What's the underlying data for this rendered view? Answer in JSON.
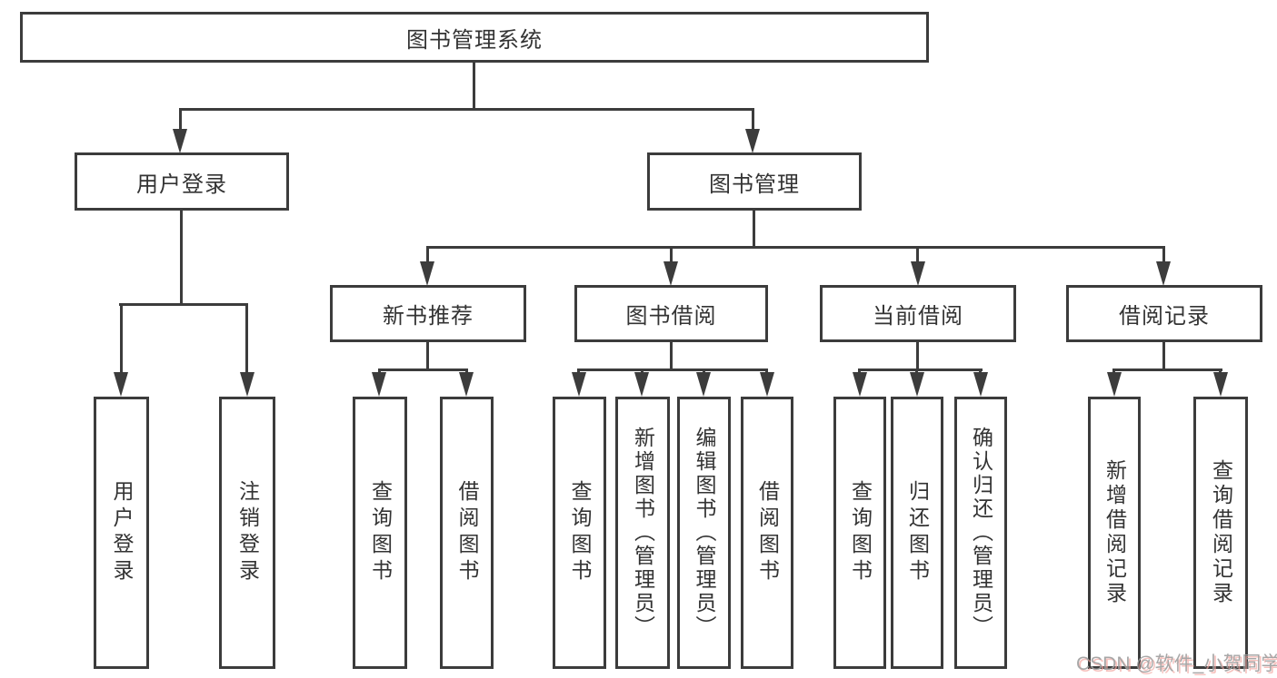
{
  "tree": {
    "root": "图书管理系统",
    "children": [
      {
        "label": "用户登录",
        "children": [
          "用户登录",
          "注销登录"
        ]
      },
      {
        "label": "图书管理",
        "children": [
          {
            "label": "新书推荐",
            "children": [
              "查询图书",
              "借阅图书"
            ]
          },
          {
            "label": "图书借阅",
            "children": [
              "查询图书",
              "新增图书（管理员）",
              "编辑图书（管理员）",
              "借阅图书"
            ]
          },
          {
            "label": "当前借阅",
            "children": [
              "查询图书",
              "归还图书",
              "确认归还（管理员）"
            ]
          },
          {
            "label": "借阅记录",
            "children": [
              "新增借阅记录",
              "查询借阅记录"
            ]
          }
        ]
      }
    ]
  },
  "watermark": {
    "text": "CSDN @软件_小贺同学"
  },
  "colors": {
    "line": "#3c3c3c",
    "text": "#333333",
    "background": "#ffffff",
    "watermark": "#9e9e9e",
    "watermark_shadow": "#f2a6a0"
  }
}
